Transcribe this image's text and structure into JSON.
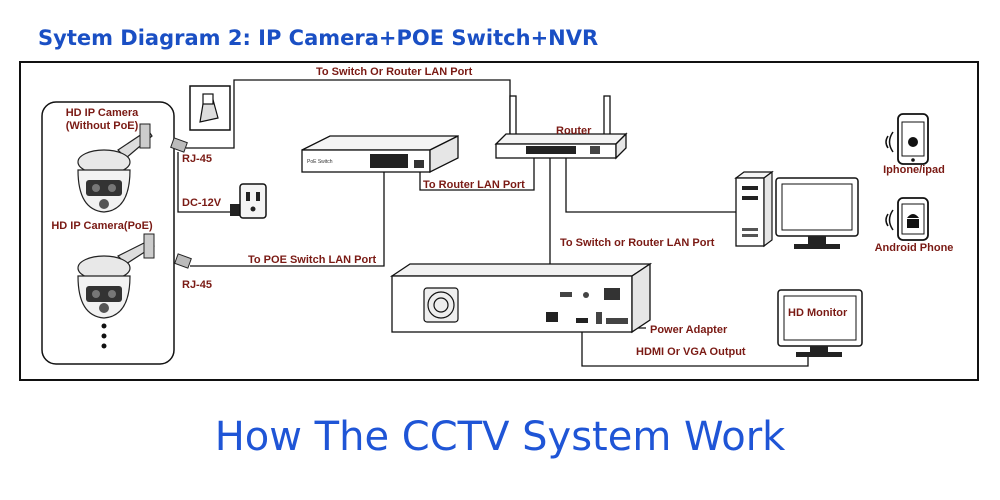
{
  "heading": "Sytem Diagram 2: IP Camera+POE Switch+NVR",
  "footer": "How The CCTV System Work",
  "cameras": {
    "no_poe": {
      "line1": "HD IP Camera",
      "line2": "(Without PoE)"
    },
    "poe": "HD IP Camera(PoE)"
  },
  "labels": {
    "rj45_top": "RJ-45",
    "rj45_bottom": "RJ-45",
    "dc12v": "DC-12V",
    "to_switch_or_router_lan_top": "To Switch Or Router LAN Port",
    "to_router_lan": "To Router LAN Port",
    "to_poe_switch_lan": "To POE Switch LAN Port",
    "to_switch_or_router_lan_nvr": "To Switch or Router LAN Port",
    "router": "Router",
    "power_adapter": "Power Adapter",
    "hdmi_vga": "HDMI Or VGA Output",
    "hd_monitor": "HD Monitor",
    "iphone": "Iphone/ipad",
    "android": "Android Phone",
    "switch_brand": "PoE Switch"
  },
  "colors": {
    "heading": "#1a4fc4",
    "footer": "#1f55d6",
    "label": "#7a1a14",
    "line": "#111111"
  }
}
